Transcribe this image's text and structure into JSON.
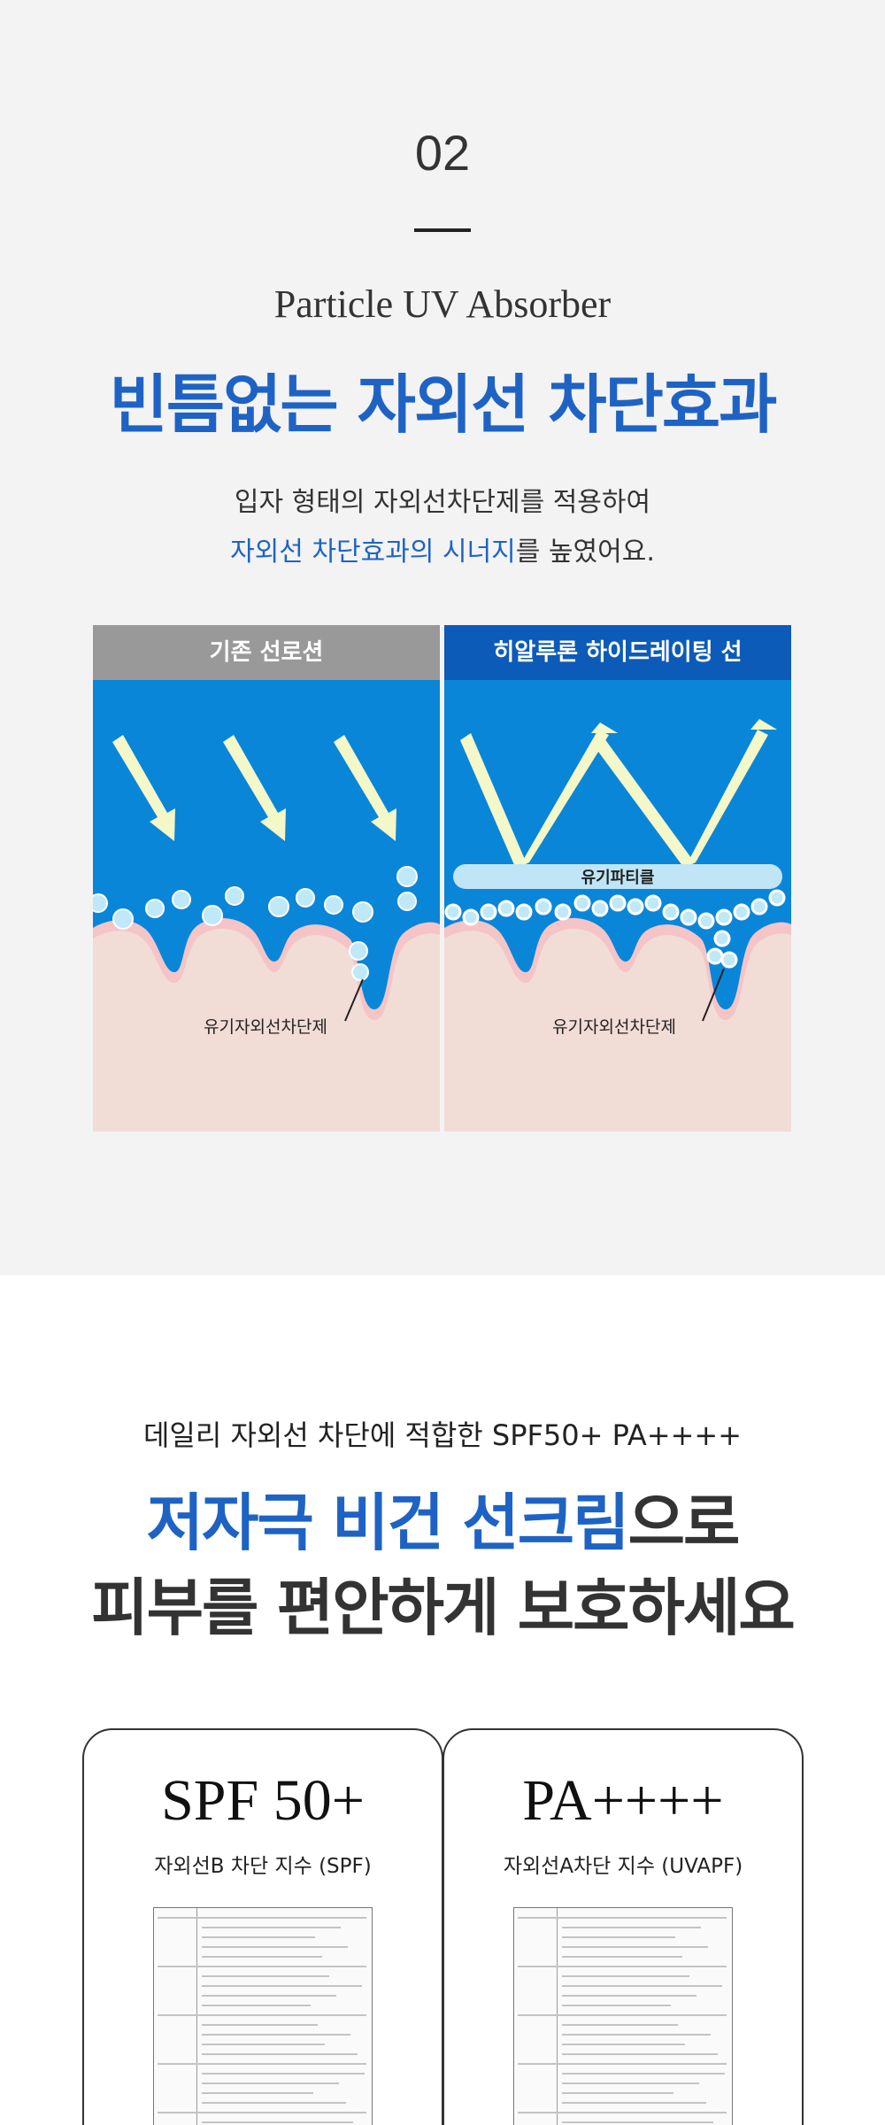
{
  "section1": {
    "number": "02",
    "eng_title": "Particle UV Absorber",
    "headline": "빈틈없는 자외선 차단효과",
    "desc_line1": "입자 형태의 자외선차단제를 적용하여",
    "desc_line2_blue": "자외선 차단효과의 시너지",
    "desc_line2_rest": "를 높였어요.",
    "panel_left": {
      "title": "기존 선로션",
      "label": "유기자외선차단제"
    },
    "panel_right": {
      "title": "히알루론 하이드레이팅 선",
      "particle_label": "유기파티클",
      "label": "유기자외선차단제"
    }
  },
  "section2": {
    "subtitle": "데일리 자외선 차단에 적합한 SPF50+ PA++++",
    "headline_blue": "저자극 비건 선크림",
    "headline_rest1": "으로",
    "headline_line2": "피부를 편안하게 보호하세요",
    "cards": [
      {
        "big": "SPF 50+",
        "small": "자외선B 차단 지수 (SPF)"
      },
      {
        "big": "PA++++",
        "small": "자외선A차단 지수 (UVAPF)"
      }
    ]
  },
  "colors": {
    "accent_blue": "#1e63c4",
    "uv_bg": "#0a86d9",
    "skin": "#f2dcd6",
    "arrow": "#f4f7c8"
  }
}
